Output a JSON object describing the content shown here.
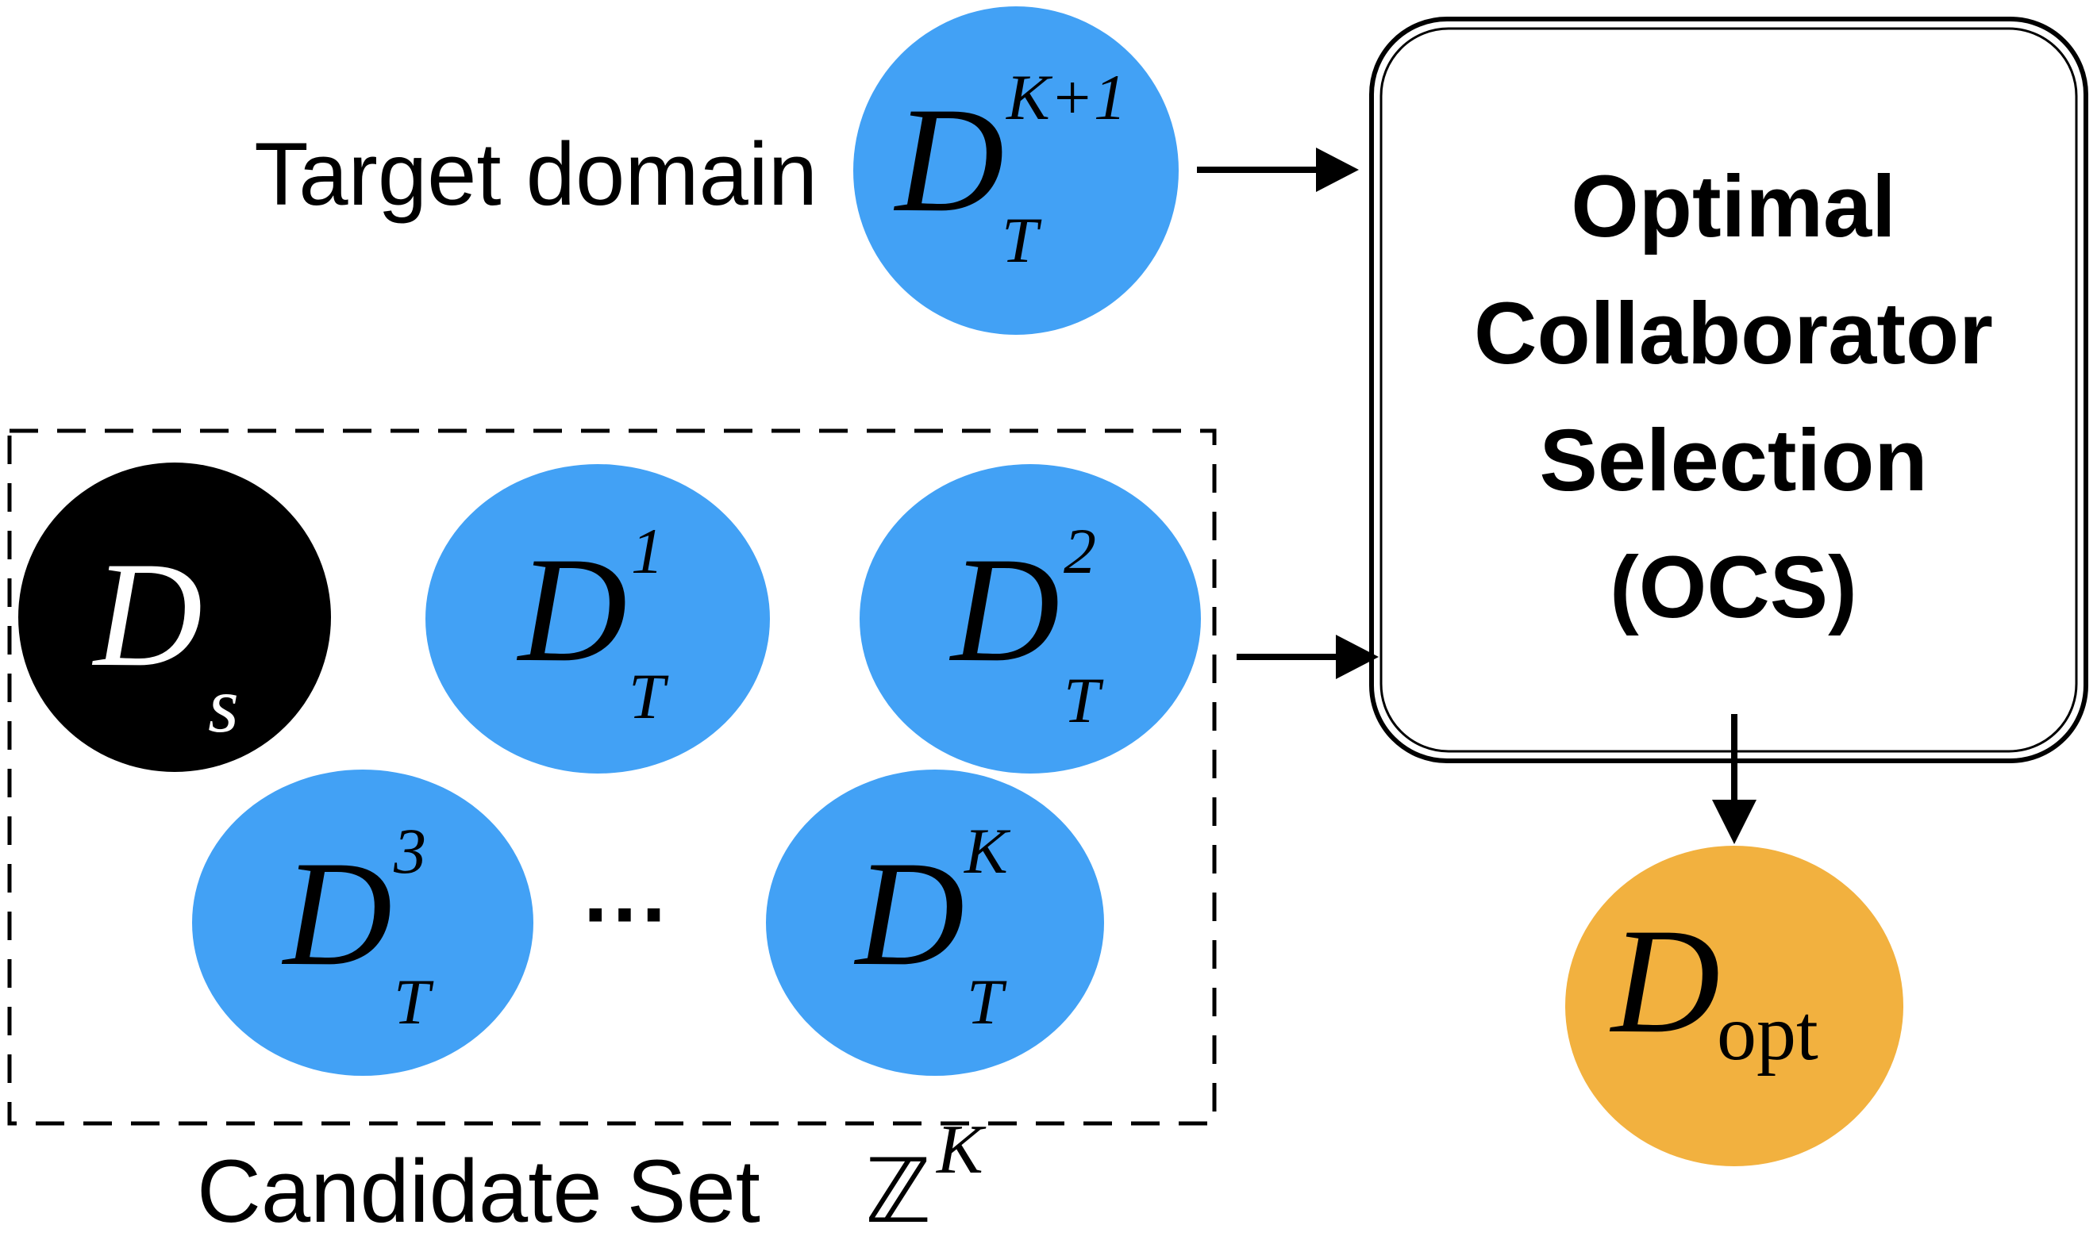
{
  "target_domain": {
    "label": "Target domain",
    "symbol": "D",
    "superscript": "K+1",
    "subscript": "T"
  },
  "ocs_box": {
    "lines": [
      "Optimal",
      "Collaborator",
      "Selection",
      "(OCS)"
    ]
  },
  "candidate_set": {
    "label": "Candidate Set",
    "set_symbol": "ℤ",
    "set_superscript": "K",
    "ellipsis": "···",
    "source": {
      "symbol": "D",
      "subscript": "s"
    },
    "targets": [
      {
        "symbol": "D",
        "superscript": "1",
        "subscript": "T"
      },
      {
        "symbol": "D",
        "superscript": "2",
        "subscript": "T"
      },
      {
        "symbol": "D",
        "superscript": "3",
        "subscript": "T"
      },
      {
        "symbol": "D",
        "superscript": "K",
        "subscript": "T"
      }
    ]
  },
  "output": {
    "symbol": "D",
    "subscript": "opt"
  },
  "colors": {
    "target_fill": "#42A1F5",
    "source_fill": "#000000",
    "output_fill": "#F2B13F",
    "stroke": "#000000"
  }
}
